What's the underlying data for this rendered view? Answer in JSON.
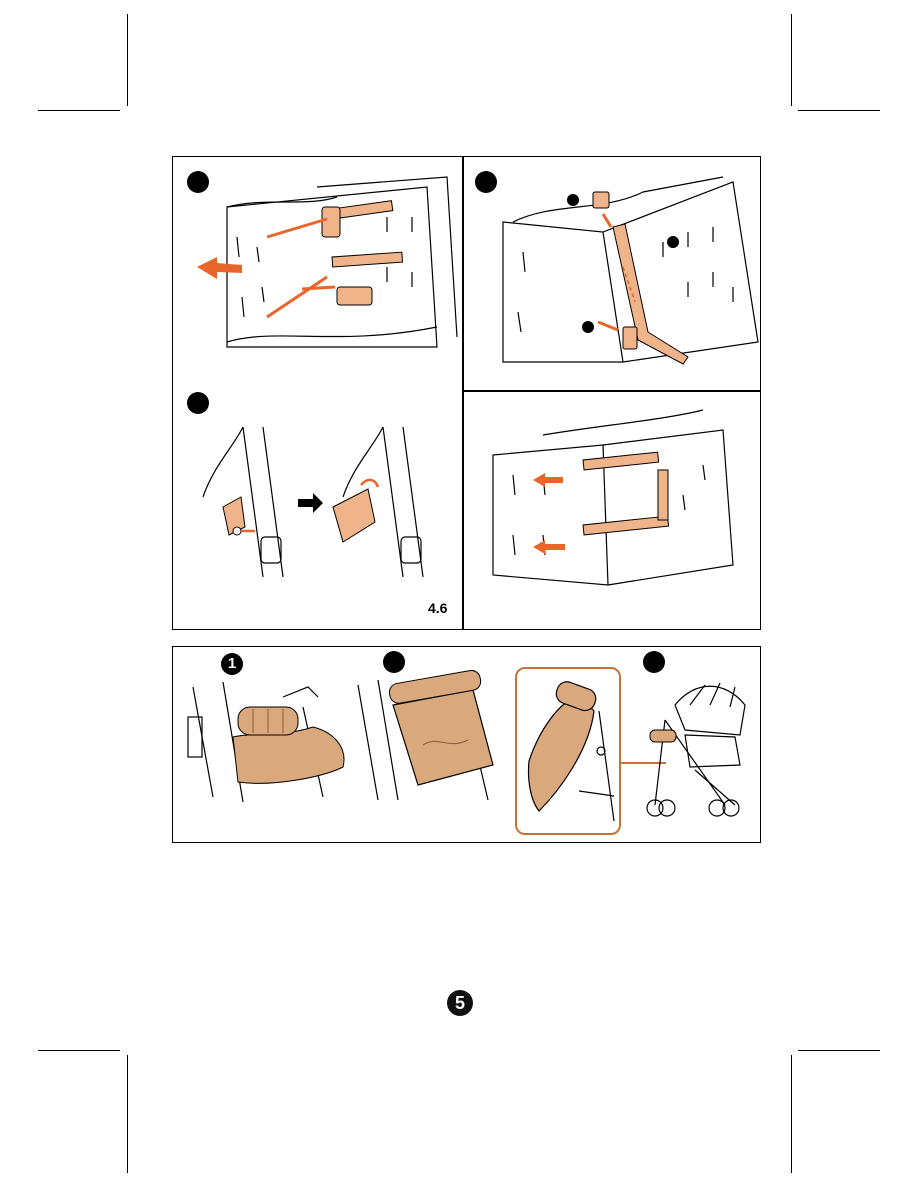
{
  "figures": {
    "ref_label": "4.6",
    "bottom_step_1": "1"
  },
  "page_number": "5",
  "colors": {
    "accent_orange": "#e8662a",
    "strap_peach": "#f0b48a",
    "fabric_tan": "#d9a87c",
    "frame_border": "#c6733a"
  }
}
